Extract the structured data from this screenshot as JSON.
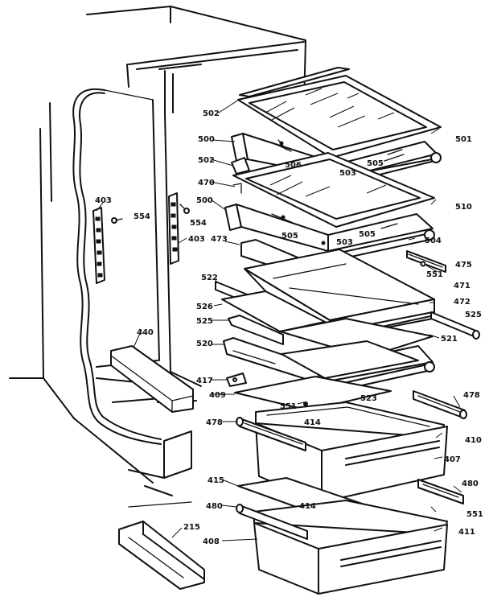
{
  "labels": {
    "l502a": "502",
    "l500a": "500",
    "l506": "506",
    "l503a": "503",
    "l505a": "505",
    "l501": "501",
    "l502b": "502",
    "l470": "470",
    "l510": "510",
    "l500b": "500",
    "l505b": "505",
    "l503b": "503",
    "l505c": "505",
    "l504": "504",
    "l475": "475",
    "l551a": "551",
    "l403a": "403",
    "l554a": "554",
    "l554b": "554",
    "l403b": "403",
    "l473": "473",
    "l522": "522",
    "l471": "471",
    "l526": "526",
    "l472": "472",
    "l525a": "525",
    "l525b": "525",
    "l521": "521",
    "l440": "440",
    "l520": "520",
    "l417": "417",
    "l409": "409",
    "l523": "523",
    "l551b": "551",
    "l478a": "478",
    "l478b": "478",
    "l414a": "414",
    "l410": "410",
    "l407": "407",
    "l415": "415",
    "l480a": "480",
    "l414b": "414",
    "l480b": "480",
    "l551c": "551",
    "l411": "411",
    "l408": "408",
    "l215": "215"
  }
}
